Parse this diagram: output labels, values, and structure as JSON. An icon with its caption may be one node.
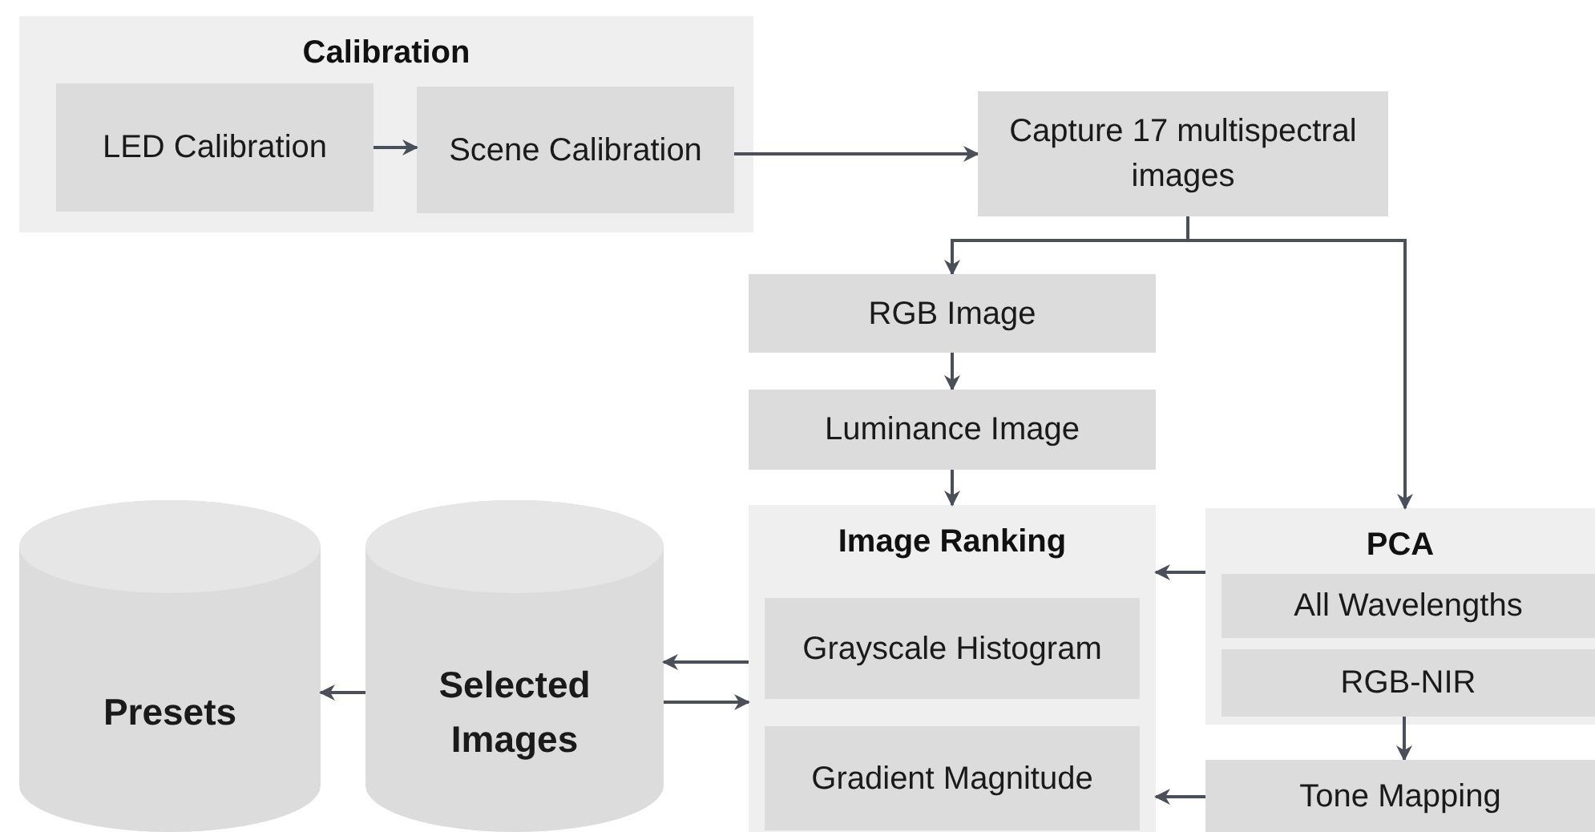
{
  "diagram": {
    "nodes": [
      {
        "text": [
          "Calibration"
        ]
      },
      {
        "text": [
          "LED Calibration"
        ],
        "in": 0
      },
      {
        "text": [
          "Scene Calibration"
        ],
        "in": 0
      },
      {
        "text": [
          "Capture 17 multispectral images"
        ]
      },
      {
        "text": [
          "RGB Image"
        ]
      },
      {
        "text": [
          "Luminance Image"
        ]
      },
      {
        "text": [
          "Image Ranking"
        ]
      },
      {
        "text": [
          "Grayscale Histogram"
        ],
        "in": 6
      },
      {
        "text": [
          "Gradient Magnitude"
        ],
        "in": 6
      },
      {
        "text": [
          "PCA"
        ]
      },
      {
        "text": [
          "All Wavelengths"
        ],
        "in": 9
      },
      {
        "text": [
          "RGB-NIR"
        ],
        "in": 9
      },
      {
        "text": [
          "Tone Mapping"
        ]
      },
      {
        "text": [
          "Selected Images"
        ]
      },
      {
        "text": [
          "Presets"
        ]
      }
    ],
    "edges": [
      {
        "from": 1,
        "to": 2,
        "arrow": "to"
      },
      {
        "from": 2,
        "to": 3,
        "arrow": "to"
      },
      {
        "from": 3,
        "to": 4,
        "arrow": "to"
      },
      {
        "from": 3,
        "to": 9,
        "arrow": "to"
      },
      {
        "from": 4,
        "to": 5,
        "arrow": "to"
      },
      {
        "from": 5,
        "to": 6,
        "arrow": "to"
      },
      {
        "from": 9,
        "to": 6,
        "arrow": "to"
      },
      {
        "from": 6,
        "to": 13,
        "arrow": "to"
      },
      {
        "from": 13,
        "to": 6,
        "arrow": "to"
      },
      {
        "from": 13,
        "to": 14,
        "arrow": "to"
      },
      {
        "from": 11,
        "to": 12,
        "arrow": "to"
      },
      {
        "from": 12,
        "to": 6,
        "arrow": "to"
      }
    ]
  }
}
